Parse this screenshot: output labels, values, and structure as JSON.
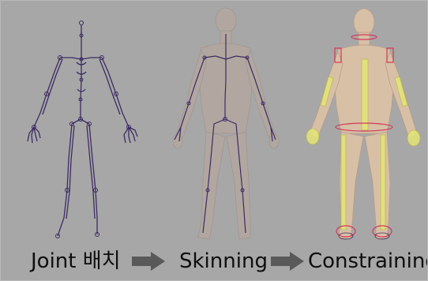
{
  "steps": [
    {
      "label": "Joint 배치"
    },
    {
      "label": "Skinning"
    },
    {
      "label": "Constraining"
    }
  ],
  "colors": {
    "background": "#a7a7a7",
    "joint_line": "#3d2b63",
    "skin_ghost": "#b3a79f",
    "skin_solid": "#d8c0a6",
    "control_yellow": "#e4e678",
    "control_red": "#d23a5a",
    "arrow": "#595959"
  },
  "icons": [
    "skeleton-joints-figure",
    "skinned-character-figure",
    "constrained-character-figure",
    "right-arrow-icon"
  ]
}
